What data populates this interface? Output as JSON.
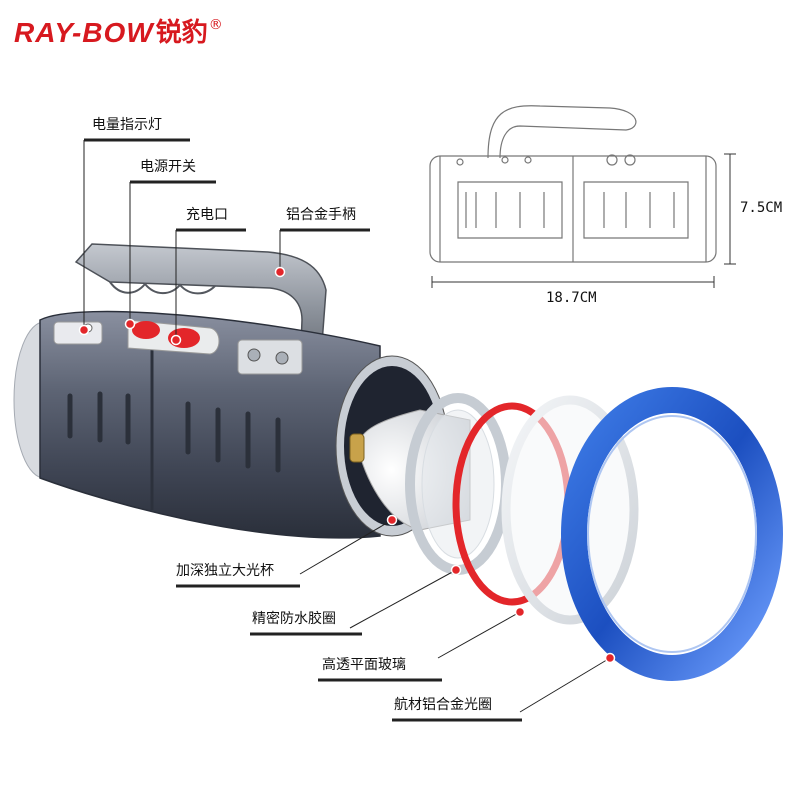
{
  "brand": {
    "latin": "RAY-BOW",
    "chinese": "锐豹",
    "registered": "®",
    "color": "#d7191f"
  },
  "callouts": {
    "battery_indicator": "电量指示灯",
    "power_switch": "电源开关",
    "charging_port": "充电口",
    "alloy_handle": "铝合金手柄",
    "deep_reflector": "加深独立大光杯",
    "waterproof_ring": "精密防水胶圈",
    "flat_glass": "高透平面玻璃",
    "aluminum_bezel": "航材铝合金光圈"
  },
  "dimensions": {
    "height": "7.5CM",
    "length": "18.7CM"
  },
  "colors": {
    "body": "#5a6070",
    "handle": "#9aa0a8",
    "seal_ring": "#e3262a",
    "bezel": "#1f55c6",
    "lead_dot": "#e3262a"
  }
}
